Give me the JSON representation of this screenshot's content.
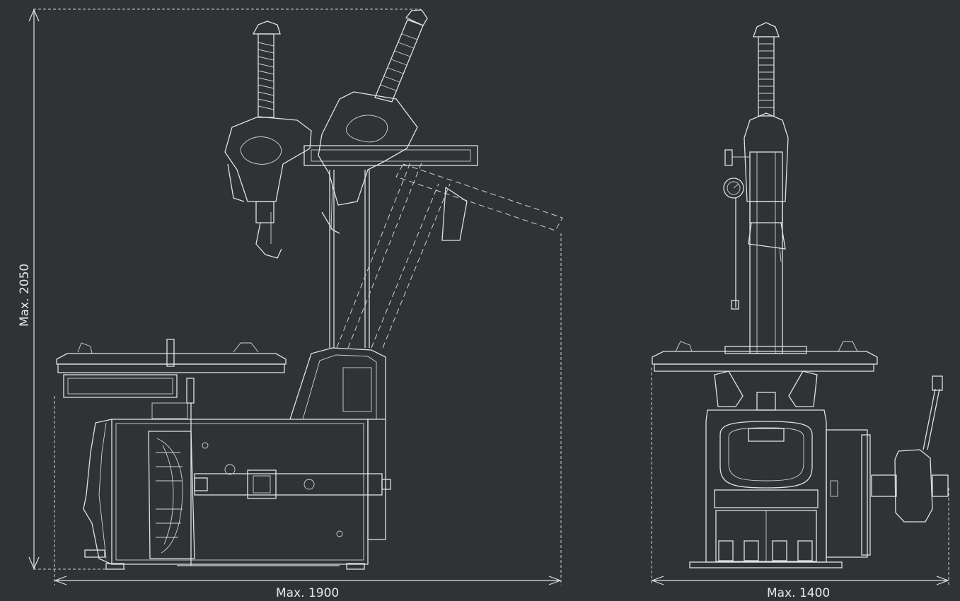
{
  "dimensions": {
    "height_label": "Max. 2050",
    "side_width_label": "Max. 1900",
    "front_width_label": "Max. 1400"
  },
  "colors": {
    "background": "#303336",
    "line": "#dfe2e5"
  }
}
